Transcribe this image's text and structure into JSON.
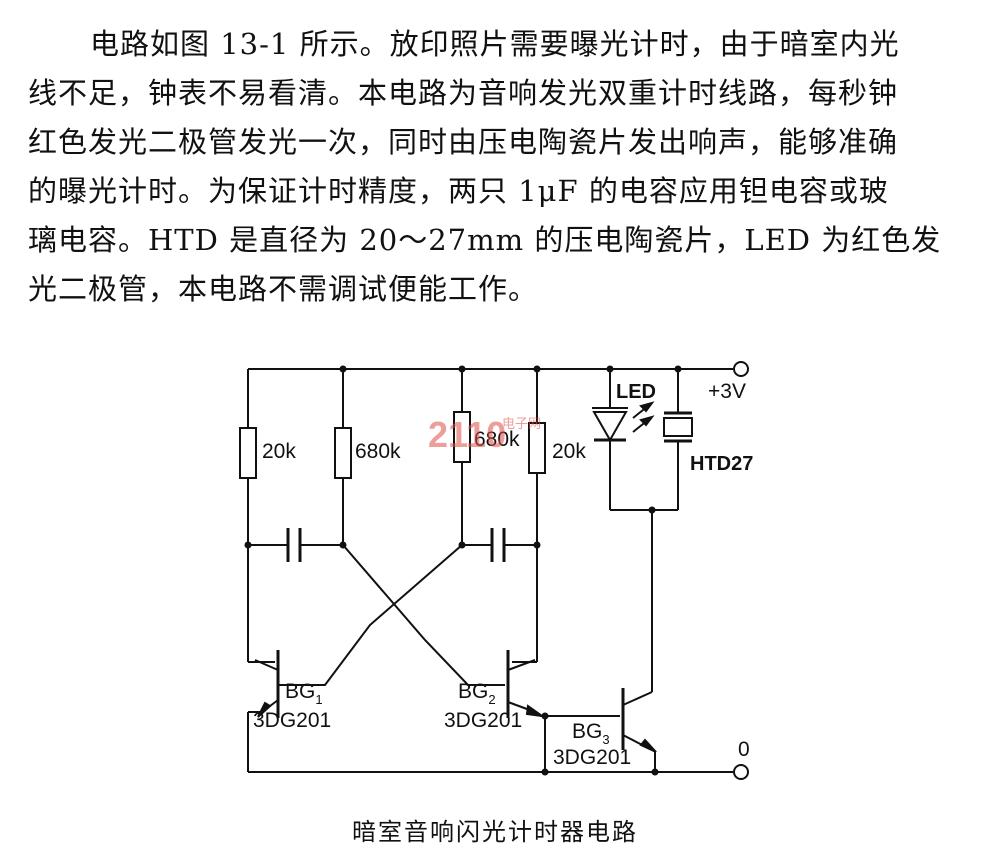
{
  "paragraph": {
    "lines": [
      "电路如图 13-1 所示。放印照片需要曝光计时，由于暗室内光",
      "线不足，钟表不易看清。本电路为音响发光双重计时线路，每秒钟",
      "红色发光二极管发光一次，同时由压电陶瓷片发出响声，能够准确",
      "的曝光计时。为保证计时精度，两只 1μF 的电容应用钽电容或玻",
      "璃电容。HTD 是直径为 20～27mm 的压电陶瓷片，LED 为红色发",
      "光二极管，本电路不需调试便能工作。"
    ]
  },
  "circuit": {
    "labels": {
      "r1": "20k",
      "r2": "680k",
      "r3": "680k",
      "r4": "20k",
      "led": "LED",
      "vcc": "+3V",
      "htd": "HTD27",
      "gnd": "0",
      "bg1": "BG",
      "bg1_sub": "1",
      "bg1_model": "3DG201",
      "bg2": "BG",
      "bg2_sub": "2",
      "bg2_model": "3DG201",
      "bg3": "BG",
      "bg3_sub": "3",
      "bg3_model": "3DG201"
    },
    "watermark": {
      "logo": "2110",
      "small": "电子网"
    }
  },
  "caption": "暗室音响闪光计时器电路"
}
